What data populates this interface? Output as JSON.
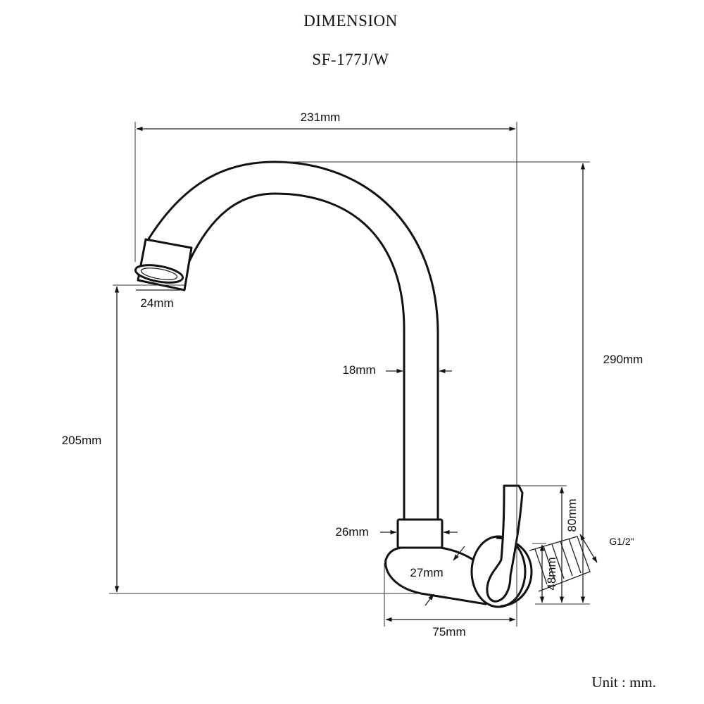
{
  "header": {
    "title": "DIMENSION",
    "model": "SF-177J/W"
  },
  "dimensions": {
    "total_width": "231mm",
    "total_height": "290mm",
    "aerator_diameter": "24mm",
    "spout_height": "205mm",
    "tube_diameter": "18mm",
    "collar_diameter": "26mm",
    "body_diameter": "27mm",
    "projection_depth": "75mm",
    "handle_height": "80mm",
    "flange_height": "48mm",
    "thread_size": "G1/2\""
  },
  "footer": {
    "unit_note": "Unit : mm."
  }
}
